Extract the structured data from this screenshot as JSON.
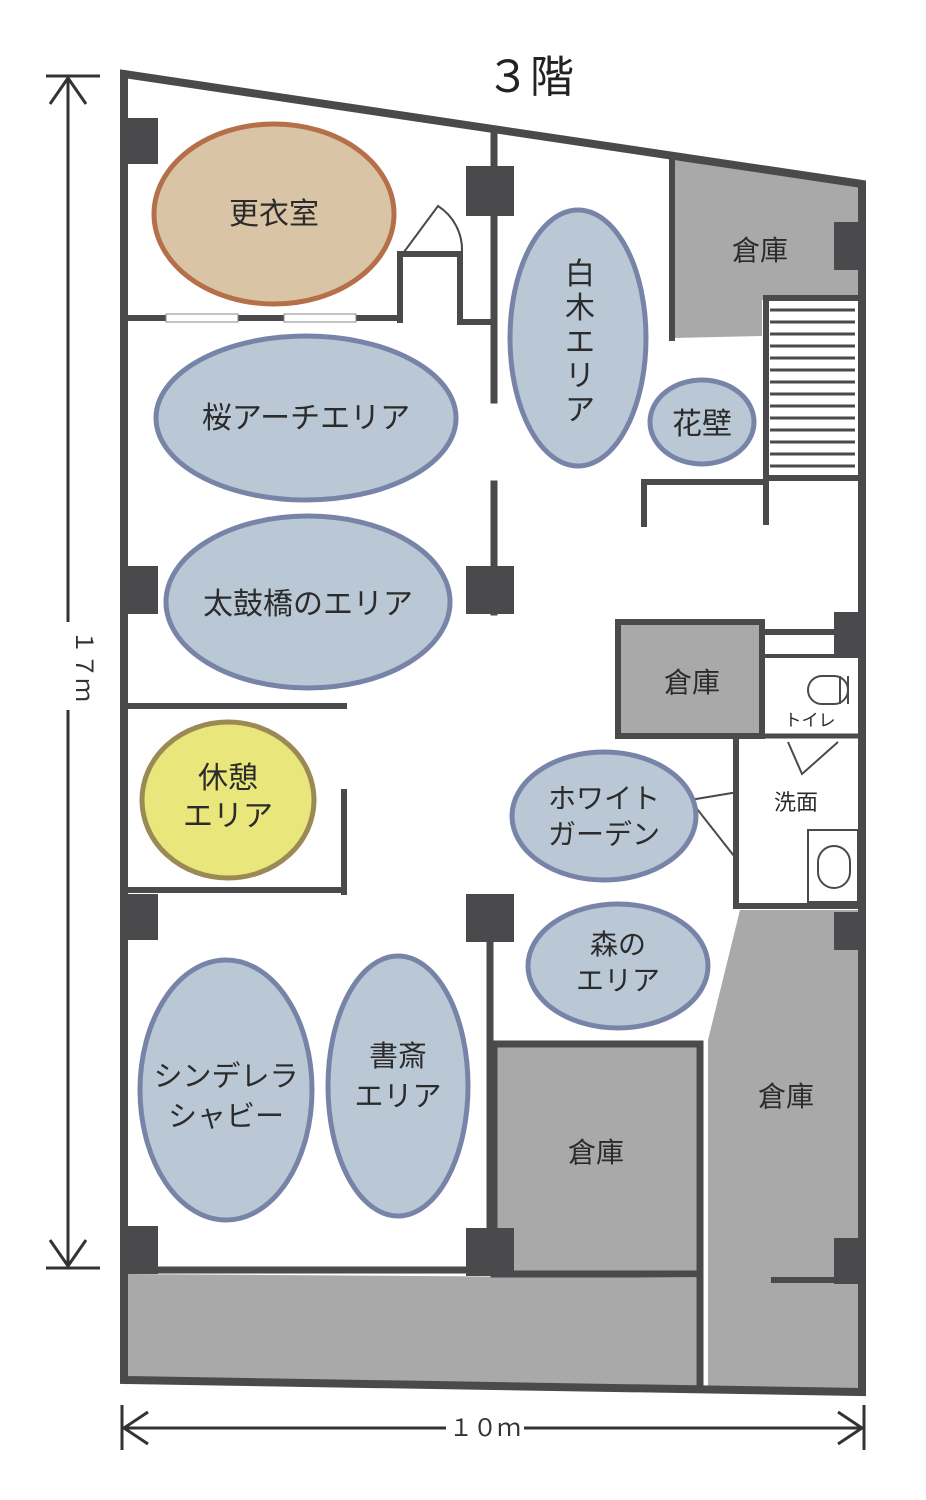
{
  "title": "３階",
  "dimensions": {
    "height": "１７ｍ",
    "width": "１０ｍ"
  },
  "areas": {
    "changing_room": "更衣室",
    "sakura_arch": "桜アーチエリア",
    "taikobashi": "太鼓橋のエリア",
    "rest_line1": "休憩",
    "rest_line2": "エリア",
    "shiraki_line1": "白",
    "shiraki_line2": "木",
    "shiraki_line3": "エ",
    "shiraki_line4": "リ",
    "shiraki_line5": "ア",
    "flower_wall": "花壁",
    "white_garden_line1": "ホワイト",
    "white_garden_line2": "ガーデン",
    "forest_line1": "森の",
    "forest_line2": "エリア",
    "cinderella_line1": "シンデレラ",
    "cinderella_line2": "シャビー",
    "study_line1": "書斎",
    "study_line2": "エリア"
  },
  "rooms": {
    "storage_top_right": "倉庫",
    "storage_mid": "倉庫",
    "storage_bottom_center": "倉庫",
    "storage_bottom_right": "倉庫",
    "toilet": "トイレ",
    "washroom": "洗面"
  },
  "colors": {
    "wall": "#4a4a4c",
    "storage": "#a9a9a9",
    "area_fill": "#bac8d6",
    "area_stroke": "#7784a8",
    "changing_fill": "#d9c5a6",
    "changing_stroke": "#b5704a",
    "rest_fill": "#e9e67c",
    "rest_stroke": "#9c8a55"
  }
}
